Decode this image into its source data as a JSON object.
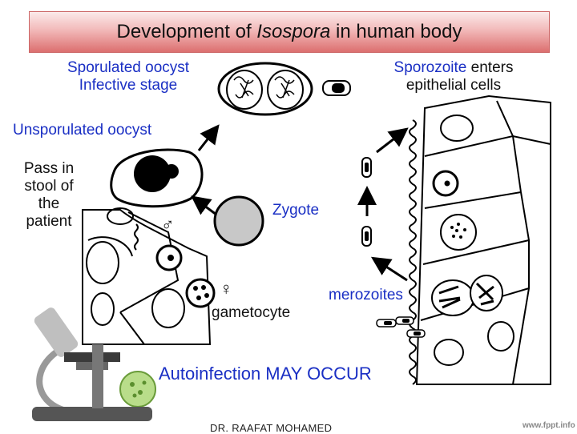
{
  "title": {
    "prefix": "Development of ",
    "italic": "Isospora",
    "suffix": " in human body"
  },
  "labels": {
    "sporulated_line1": "Sporulated oocyst",
    "sporulated_line2": "Infective stage",
    "sporozoite_word": "Sporozoite",
    "sporozoite_rest": " enters",
    "sporozoite_line2": "epithelial cells",
    "unsporulated": "Unsporulated oocyst",
    "pass_line1": "Pass in",
    "pass_line2": "stool of",
    "pass_line3": "the",
    "pass_line4": "patient",
    "zygote": "Zygote",
    "male_symbol": "♂",
    "female_symbol": "♀",
    "gametocyte": "gametocyte",
    "merozoites": "merozoites",
    "autoinfection": "Autoinfection MAY OCCUR",
    "author": "DR. RAAFAT MOHAMED",
    "site": "www.fppt.info"
  },
  "colors": {
    "blue_text": "#1a2fc4",
    "red_text": "#e01010",
    "zygote_fill": "#c8c8c8"
  }
}
